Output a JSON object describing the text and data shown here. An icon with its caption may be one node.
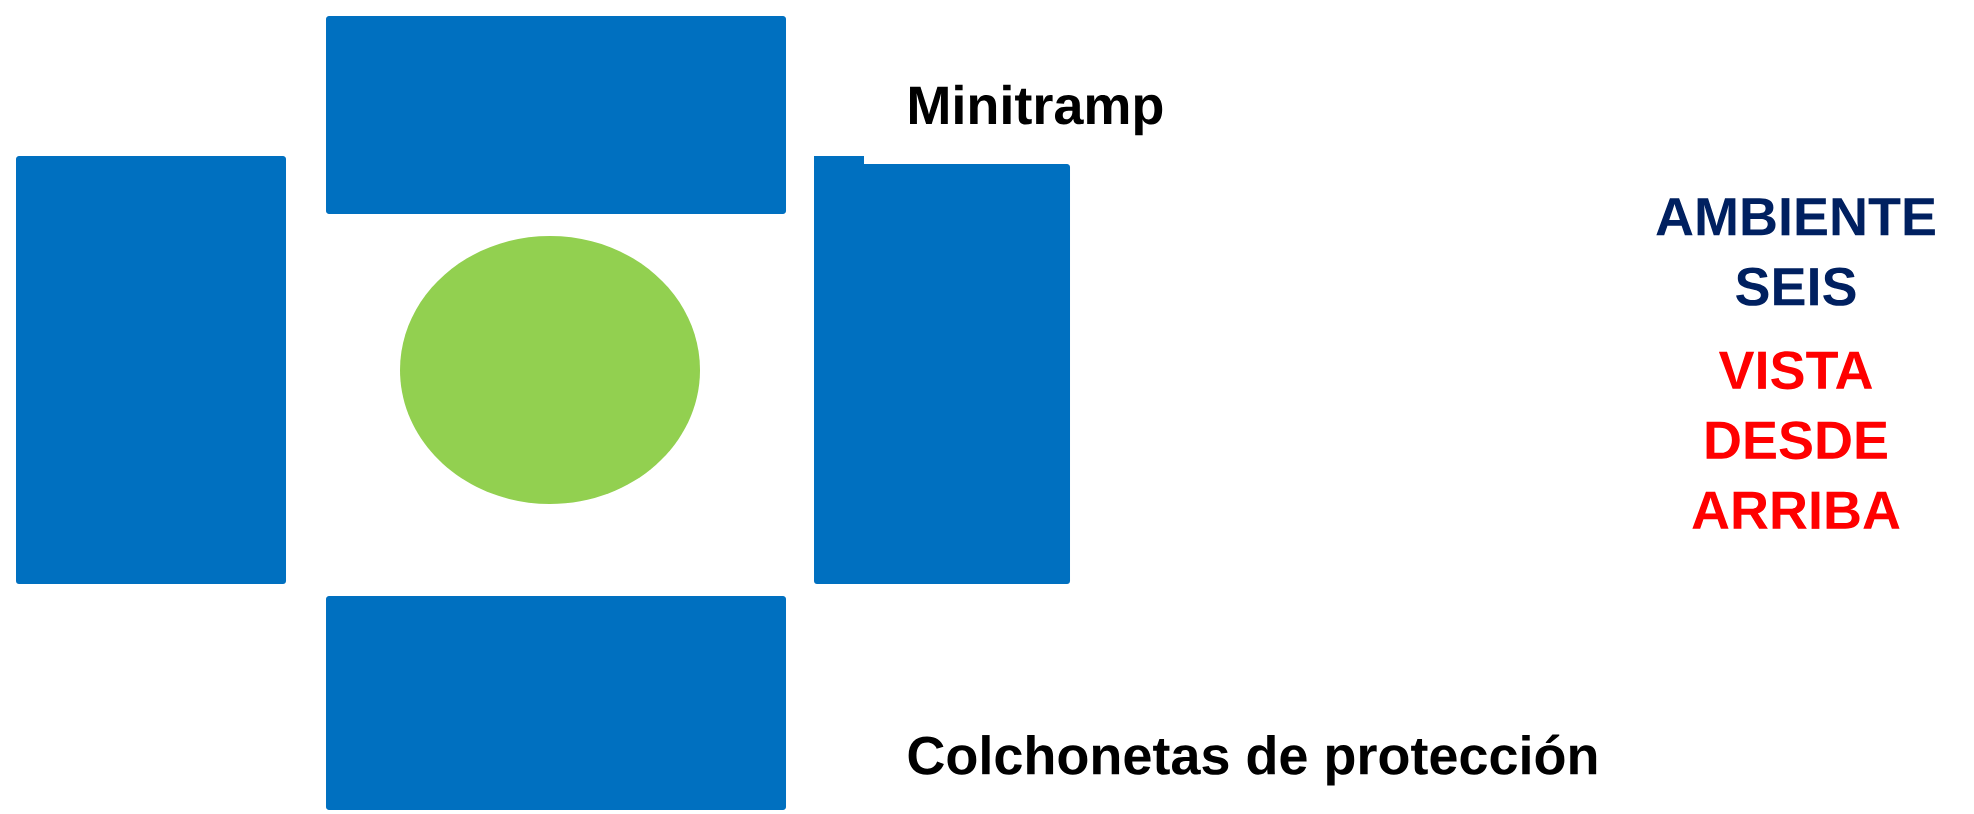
{
  "diagram": {
    "nodes": [
      {
        "text": [],
        "shape": "box"
      },
      {
        "text": [],
        "shape": "box"
      },
      {
        "text": [],
        "shape": "circle"
      },
      {
        "text": [],
        "shape": "box"
      },
      {
        "text": [],
        "shape": "box"
      }
    ],
    "edges": [],
    "labels": [
      "Minitramp",
      "AMBIENTE SEIS",
      "VISTA DESDE ARRIBA",
      "Colchonetas de protección"
    ]
  }
}
